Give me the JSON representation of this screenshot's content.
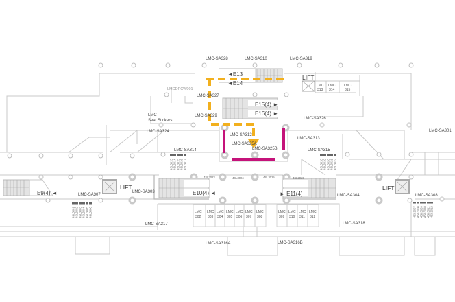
{
  "map": {
    "accent_route": "#f2b01e",
    "accent_highlight": "#c5137a",
    "areas": {
      "sa328": "LMC-SA328",
      "sa310": "LMC-SA310",
      "sa319": "LMC-SA319",
      "dpcw": "LMCDPCW001",
      "sa327": "LMC-SA327",
      "sa329": "LMC-SA329",
      "seat1": "LMC-",
      "seat2": "Seat Stickers",
      "sa324": "LMC-SA324",
      "sa326": "LMC-SA326",
      "sa312": "LMC-SA312",
      "sa313": "LMC-SA313",
      "sa301": "LMC-SA301",
      "sa325a": "LMC-SA325A",
      "sa325b": "LMC-SA325B",
      "sa314": "LMC-SA314",
      "sa315": "LMC-SA315",
      "sa307": "LMC-SA307",
      "sa303": "LMC-SA303",
      "sa304": "LMC-SA304",
      "sa308": "LMC-SA308",
      "sa317": "LMC-SA317",
      "sa318": "LMC-SA318",
      "sa316a": "LMC-SA316A",
      "sa316b": "LMC-SA316B"
    },
    "escalators": {
      "e13": "◄E13",
      "e14": "◄E14",
      "e15": "E15(4) ►",
      "e16": "E16(4) ►",
      "e9": "E9(4) ◄",
      "e10": "E10(4) ◄",
      "e11": "► E11(4)"
    },
    "lifts": {
      "top": "LIFT",
      "left": "LIFT",
      "right": "LIFT"
    },
    "top_rooms": [
      {
        "a": "LMC",
        "b": "313"
      },
      {
        "a": "LMC",
        "b": "314"
      },
      {
        "a": "LMC",
        "b": "315"
      }
    ],
    "bottom_rooms": [
      {
        "a": "LMC",
        "b": "302"
      },
      {
        "a": "LMC",
        "b": "303"
      },
      {
        "a": "LMC",
        "b": "304"
      },
      {
        "a": "LMC",
        "b": "305"
      },
      {
        "a": "LMC",
        "b": "306"
      },
      {
        "a": "LMC",
        "b": "307"
      },
      {
        "a": "LMC",
        "b": "308"
      },
      {
        "a": "LMC",
        "b": "309"
      },
      {
        "a": "LMC",
        "b": "310"
      },
      {
        "a": "LMC",
        "b": "311"
      },
      {
        "a": "LMC",
        "b": "312"
      }
    ],
    "lockers_corridor": [
      "4SL3023",
      "4SL3024",
      "4SL3025",
      "4SL3026"
    ],
    "lockers_sa314": [
      "4SL3013",
      "4SL3014",
      "4SL3015",
      "4SL3016",
      "4SL3017"
    ],
    "lockers_sa315": [
      "4SL3018",
      "4SL3019",
      "4SL3020",
      "4SL3021",
      "4SL3022"
    ],
    "lockers_sa307": [
      "4SL3001",
      "4SL3002",
      "4SL3003",
      "4SL3004",
      "4SL3005",
      "4SL3006"
    ],
    "lockers_sa308": [
      "4SL3007",
      "4SL3008",
      "4SL3009",
      "4SL3010",
      "4SL3011",
      "4SL3012"
    ]
  }
}
